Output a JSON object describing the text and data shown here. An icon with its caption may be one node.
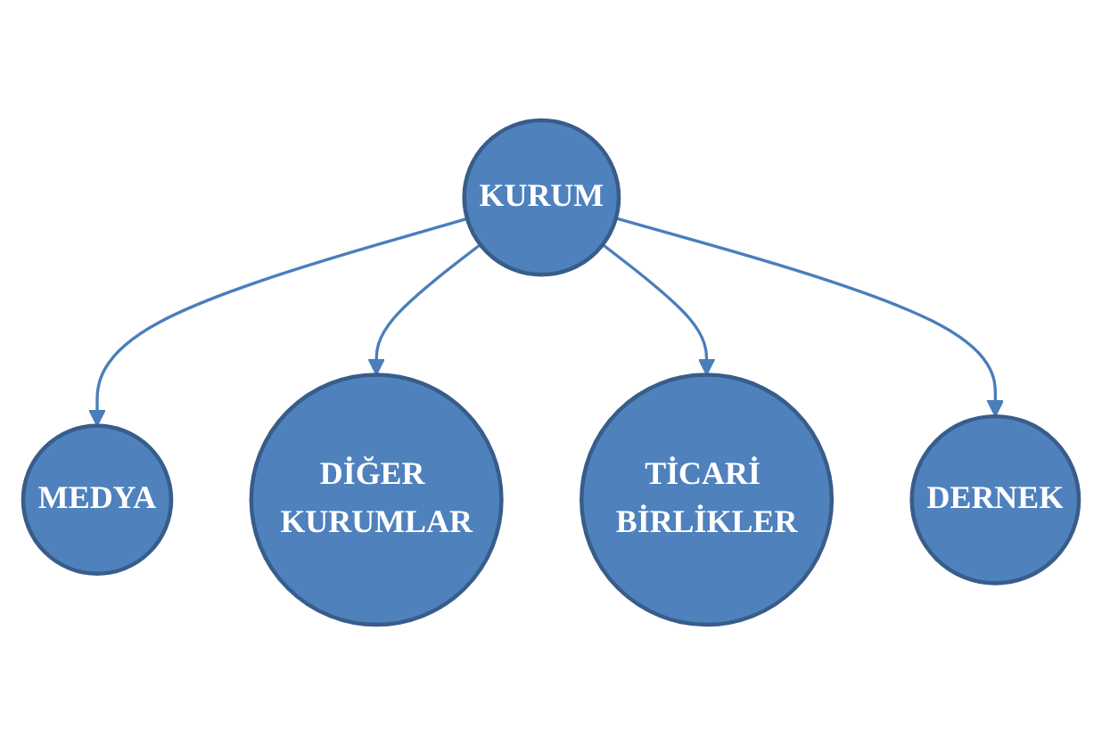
{
  "diagram": {
    "nodes": [
      {
        "text": [
          "MEDYA"
        ]
      },
      {
        "text": [
          "DİĞER KURUMLAR"
        ]
      },
      {
        "text": [
          "KURUM"
        ]
      },
      {
        "text": [
          "TİCARİ BİRLİKLER"
        ]
      },
      {
        "text": [
          "DERNEK"
        ]
      }
    ],
    "edges": [
      {
        "from": 2,
        "to": 0,
        "arrow": "to"
      },
      {
        "from": 2,
        "to": 1,
        "arrow": "to"
      },
      {
        "from": 2,
        "to": 3,
        "arrow": "to"
      },
      {
        "from": 2,
        "to": 4,
        "arrow": "to"
      }
    ]
  }
}
